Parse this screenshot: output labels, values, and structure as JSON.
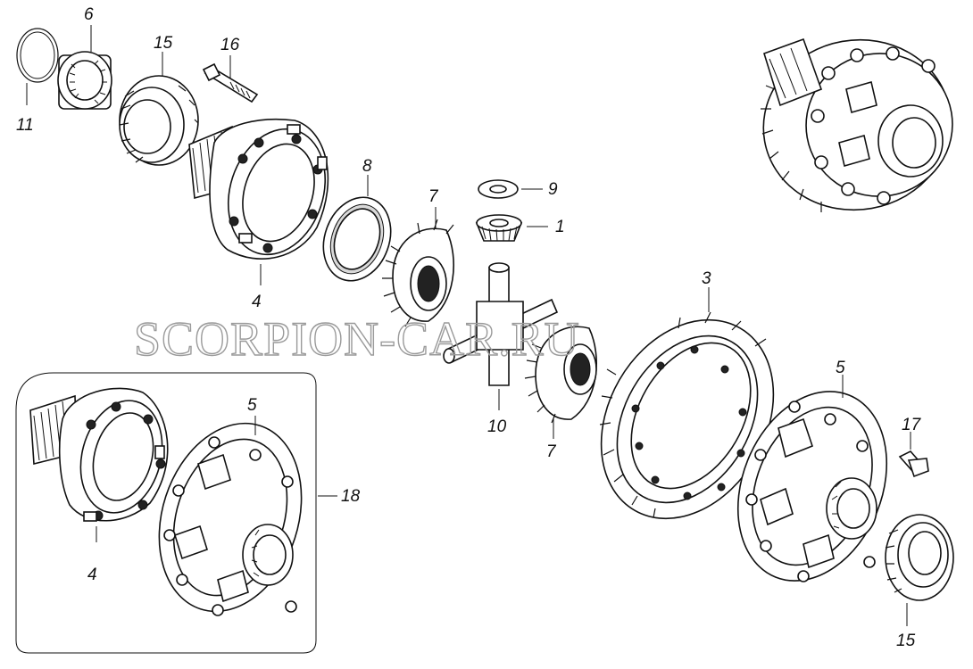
{
  "watermark": "SCORPION-CAR.RU",
  "callouts": {
    "c6": "6",
    "c15a": "15",
    "c16": "16",
    "c11": "11",
    "c8": "8",
    "c9": "9",
    "c7a": "7",
    "c1": "1",
    "c4a": "4",
    "c3": "3",
    "c5a": "5",
    "c10": "10",
    "c7b": "7",
    "c17": "17",
    "c5b": "5",
    "c4b": "4",
    "c18": "18",
    "c15b": "15"
  }
}
